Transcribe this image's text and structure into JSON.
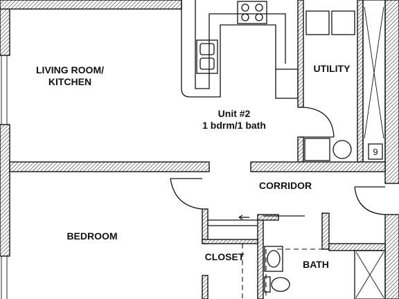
{
  "rooms": {
    "living_kitchen_line1": "LIVING ROOM/",
    "living_kitchen_line2": "KITCHEN",
    "utility": "UTILITY",
    "unit_line1": "Unit #2",
    "unit_line2": "1 bdrm/1 bath",
    "corridor": "CORRIDOR",
    "bedroom": "BEDROOM",
    "closet": "CLOSET",
    "bath": "BATH"
  },
  "tag": "9"
}
